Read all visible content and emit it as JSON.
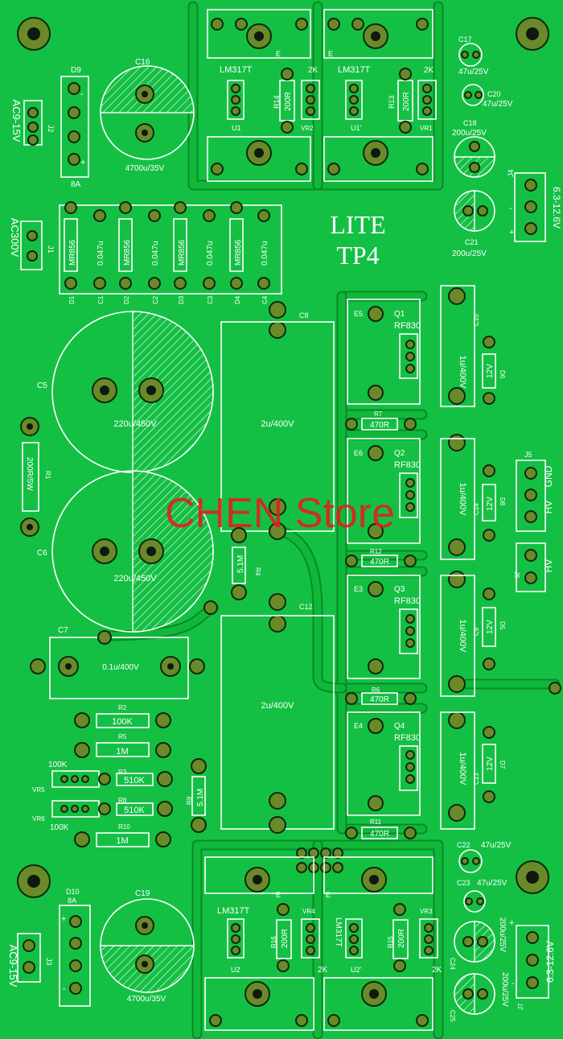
{
  "board": {
    "title_line1": "LITE",
    "title_line2": "TP4",
    "watermark": "CHEN Store",
    "colors": {
      "board": "#14c044",
      "trace": "#0fb03a",
      "silk": "#ffffff",
      "pad": "#6a8a2a",
      "watermark": "#e02020"
    }
  },
  "labels": {
    "ac9_top": "AC9-15V",
    "j2": "J2",
    "d9": "D9",
    "d9_rating": "8A",
    "c16": "C16",
    "c16_val": "4700u/35V",
    "ac300": "AC300V",
    "j1": "J1",
    "mr856": "MR856",
    "cap_0047": "0.047u",
    "d1": "D1",
    "c1": "C1",
    "d2": "D2",
    "c2": "C2",
    "d3": "D3",
    "c3": "C3",
    "d4": "D4",
    "c4": "C4",
    "lm317t": "LM317T",
    "u1": "U1",
    "u1p": "U1'",
    "e": "E",
    "r14": "R14",
    "r13": "R13",
    "r200": "200R",
    "k2": "2K",
    "vr1": "VR1",
    "vr2": "VR2",
    "c17": "C17",
    "c17_val": "47u/25V",
    "c20": "C20",
    "c20_val": "47u/25V",
    "c18": "C18",
    "c18_val": "200u/25V",
    "c21": "C21",
    "c21_val": "200u/25V",
    "j4": "J4",
    "j4_val": "6.3-12.6V",
    "plus": "+",
    "minus": "-",
    "c5": "C5",
    "c5_val": "220u/450V",
    "c6": "C6",
    "c6_val": "220u/450V",
    "r1": "R1",
    "r1_val": "200R/5W",
    "c8": "C8",
    "c8_val": "2u/400V",
    "c12": "C12",
    "c12_val": "2u/400V",
    "r4": "R4",
    "r4_val": "5.1M",
    "r9": "R9",
    "r9_val": "5.1M",
    "e5": "E5",
    "e6": "E6",
    "e3": "E3",
    "e4": "E4",
    "q1": "Q1",
    "q2": "Q2",
    "q3": "Q3",
    "q4": "Q4",
    "rf830": "RF830",
    "r7": "R7",
    "r12": "R12",
    "r6": "R6",
    "r11": "R11",
    "r470": "470R",
    "c10": "C10",
    "c14": "C14",
    "c9": "C9",
    "c13": "C13",
    "cap_1u": "1u/400V",
    "d6": "D6",
    "d8": "D8",
    "d5": "D5",
    "d7": "D7",
    "v12": "12V",
    "j5": "J5",
    "j6": "J6",
    "gnd": "GND",
    "hv": "HV",
    "c7": "C7",
    "c7_val": "0.1u/400V",
    "r2": "R2",
    "r2_val": "100K",
    "r5": "R5",
    "r5_val": "1M",
    "r3": "R3",
    "r3_val": "510K",
    "r8": "R8",
    "r8_val": "510K",
    "r10": "R10",
    "r10_val": "1M",
    "vr5": "VR5",
    "vr6": "VR6",
    "k100": "100K",
    "d10": "D10",
    "d10_rating": "8A",
    "c19": "C19",
    "c19_val": "4700u/35V",
    "ac9_bot": "AC9-15V",
    "j3": "J3",
    "u2": "U2",
    "u2p": "U2'",
    "r16": "R16",
    "r15": "R15",
    "vr3": "VR3",
    "vr4": "VR4",
    "c22": "C22",
    "c22_val": "47u/25V",
    "c23": "C23",
    "c23_val": "47u/25V",
    "c24": "C24",
    "c24_val": "200u/25V",
    "c25": "C25",
    "c25_val": "200u/25V",
    "j7": "J7",
    "j7_val": "6.3-12.6V"
  }
}
